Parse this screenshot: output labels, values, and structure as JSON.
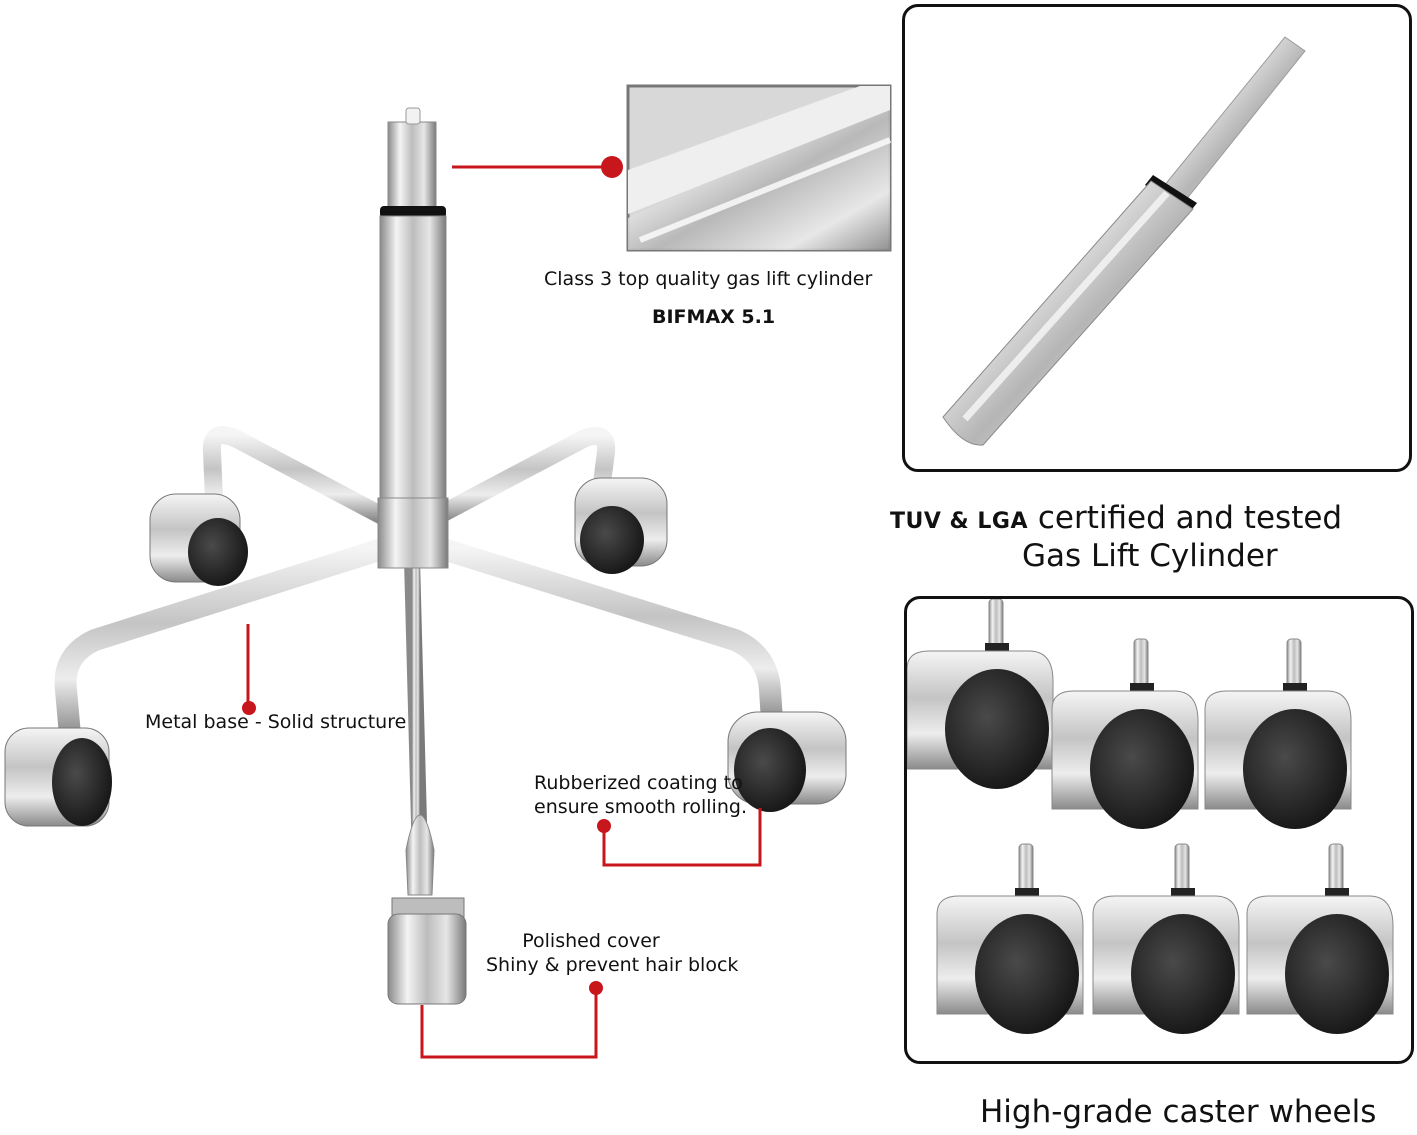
{
  "callouts": {
    "cylinder_text": "Class 3 top quality gas lift cylinder",
    "cylinder_standard": "BIFMAX 5.1",
    "base_text": "Metal base - Solid structure",
    "rubber_line1": "Rubberized coating to",
    "rubber_line2": "ensure smooth rolling.",
    "cover_line1": "Polished cover",
    "cover_line2": "Shiny & prevent hair block"
  },
  "certification": {
    "marks": "TUV & LGA",
    "line1_rest": "certified and tested",
    "line2": "Gas Lift Cylinder"
  },
  "casters_caption": "High-grade caster wheels",
  "colors": {
    "callout_red": "#c8161d",
    "chrome_light": "#eeeeee",
    "chrome_dark": "#8a8a8a",
    "wheel_black": "#1c1c1c"
  },
  "icons": {
    "callout_dot": "red-dot-icon"
  }
}
